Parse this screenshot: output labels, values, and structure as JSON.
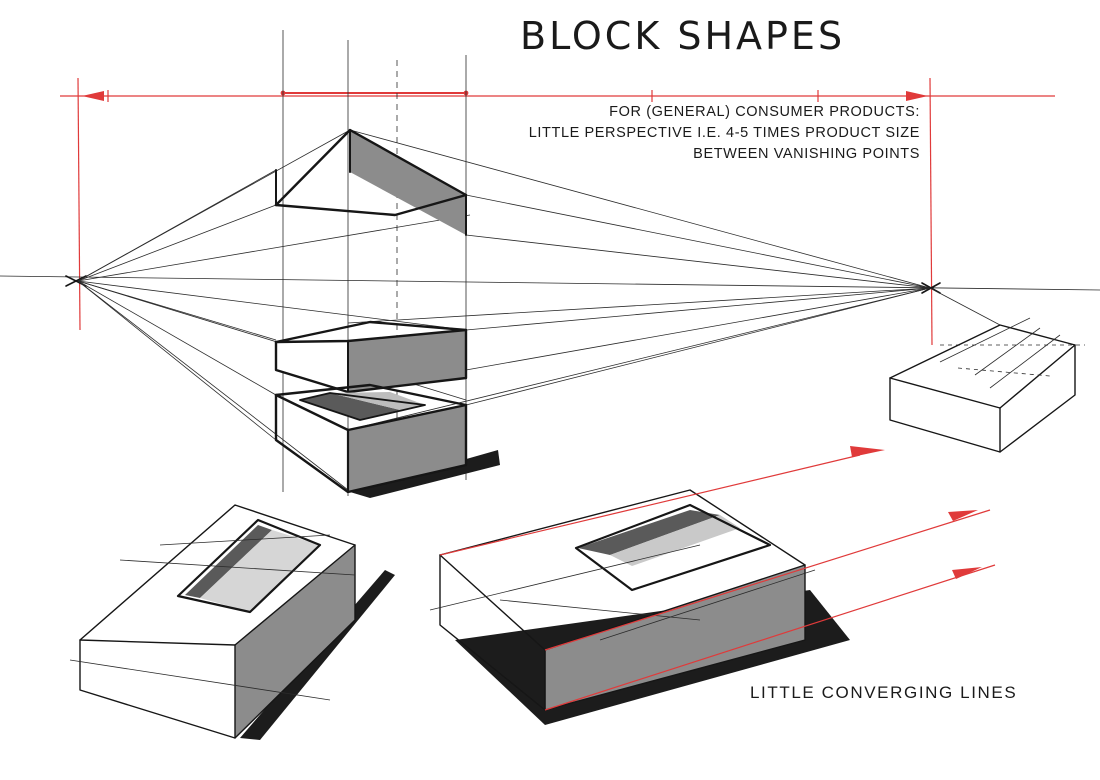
{
  "title": "BLOCK SHAPES",
  "note": {
    "line1": "FOR (GENERAL) CONSUMER PRODUCTS:",
    "line2": "LITTLE PERSPECTIVE I.E. 4-5 TIMES PRODUCT SIZE",
    "line3": "BETWEEN  VANISHING POINTS"
  },
  "caption": "LITTLE CONVERGING LINES",
  "colors": {
    "ink": "#161616",
    "construction_red": "#e03a3a",
    "marker_gray": "#8c8c8c",
    "shadow": "#1c1c1c"
  }
}
